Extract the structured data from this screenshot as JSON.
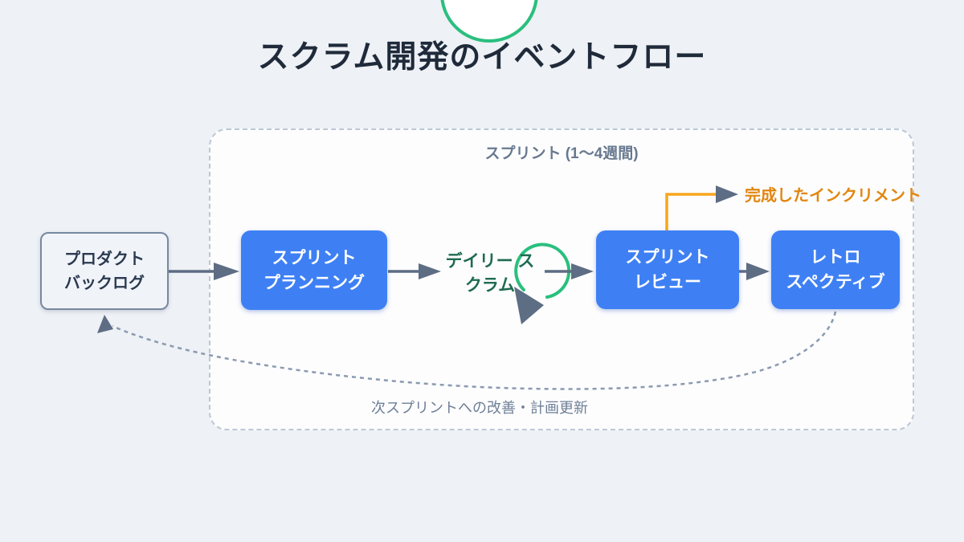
{
  "title": "スクラム開発のイベントフロー",
  "sprint": {
    "label": "スプリント (1〜4週間)"
  },
  "nodes": {
    "product_backlog": {
      "line1": "プロダクト",
      "line2": "バックログ"
    },
    "sprint_planning": {
      "line1": "スプリント",
      "line2": "プランニング"
    },
    "daily_scrum": {
      "line1": "デイリー",
      "line2": "スクラム"
    },
    "sprint_review": {
      "line1": "スプリント",
      "line2": "レビュー"
    },
    "retrospective": {
      "line1": "レトロ",
      "line2": "スペクティブ"
    }
  },
  "annotations": {
    "increment": "完成したインクリメント",
    "feedback": "次スプリントへの改善・計画更新"
  },
  "colors": {
    "page_background": "#eef1f5",
    "node_blue": "#3e80f4",
    "node_gray_fill": "#f0f4f9",
    "node_gray_border": "#7888a0",
    "accent_green": "#2abf7e",
    "accent_orange_line": "#f7a61d",
    "accent_orange_text": "#e2860f",
    "arrow_slate": "#5d6d83",
    "dashed_border": "#bcc8d6",
    "dashed_curve": "#8b9ab0",
    "title_text": "#1f2a3a",
    "muted_blue_gray": "#68798f",
    "daily_scrum_green": "#1e6b4f"
  }
}
